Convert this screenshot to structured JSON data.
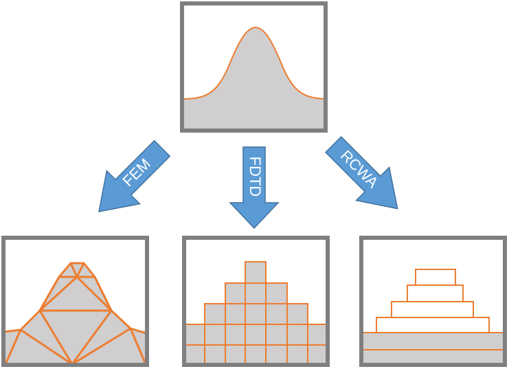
{
  "diagram": {
    "arrows": [
      {
        "id": "fem",
        "label": "FEM"
      },
      {
        "id": "fdtd",
        "label": "FDTD"
      },
      {
        "id": "rcwa",
        "label": "RCWA"
      }
    ],
    "colors": {
      "frame": "#7f7f7f",
      "fill": "#d0cece",
      "outline": "#ed7d31",
      "arrow": "#5b9bd5",
      "arrow_border": "#41719c",
      "arrow_text": "#ffffff"
    }
  }
}
